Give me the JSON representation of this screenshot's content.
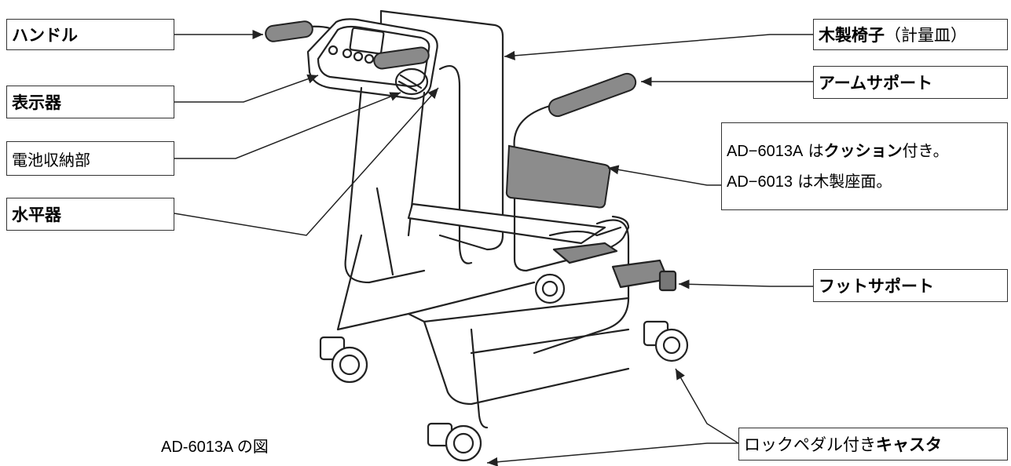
{
  "labels": {
    "handle": "ハンドル",
    "display": "表示器",
    "battery": "電池収納部",
    "level": "水平器",
    "seat_bold": "木製椅子",
    "seat_paren": "（計量皿）",
    "arm_support": "アームサポート",
    "cushion_line1_model": "AD−6013A",
    "cushion_line1_pre": " は",
    "cushion_line1_bold": "クッション",
    "cushion_line1_post": "付き。",
    "cushion_line2_model": "AD−6013",
    "cushion_line2_rest": " は木製座面。",
    "foot_support": "フットサポート",
    "caster_pre": "ロックペダル付き",
    "caster_bold": "キャスタ"
  },
  "caption": "AD-6013A の図",
  "colors": {
    "line": "#222222",
    "grip": "#8a8a8a",
    "seat": "#8c8c8c"
  }
}
